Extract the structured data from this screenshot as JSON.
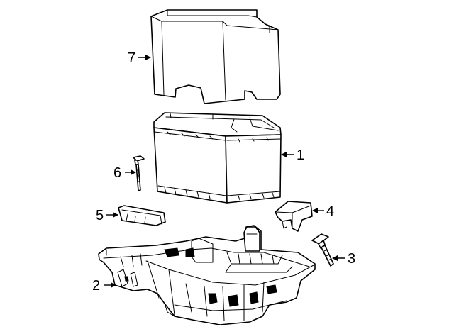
{
  "colors": {
    "line": "#000000",
    "background": "#ffffff"
  },
  "callouts": [
    {
      "id": "1",
      "label": "1"
    },
    {
      "id": "2",
      "label": "2"
    },
    {
      "id": "3",
      "label": "3"
    },
    {
      "id": "4",
      "label": "4"
    },
    {
      "id": "5",
      "label": "5"
    },
    {
      "id": "6",
      "label": "6"
    },
    {
      "id": "7",
      "label": "7"
    }
  ]
}
